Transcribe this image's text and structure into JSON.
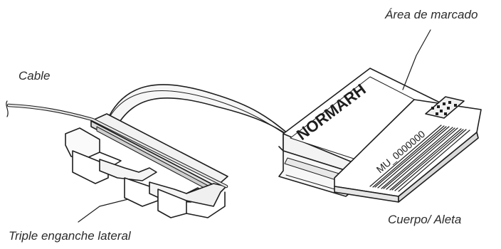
{
  "labels": {
    "marking_area": "Área de marcado",
    "cable": "Cable",
    "body_fin": "Cuerpo/ Aleta",
    "triple_hook": "Triple enganche lateral"
  },
  "product": {
    "brand_text": "NORMARH",
    "code_text": "MU_0000000"
  },
  "colors": {
    "stroke": "#1e1e1e",
    "fill": "#ffffff",
    "shade": "#e9e9e9",
    "text": "#2b2b2b"
  }
}
